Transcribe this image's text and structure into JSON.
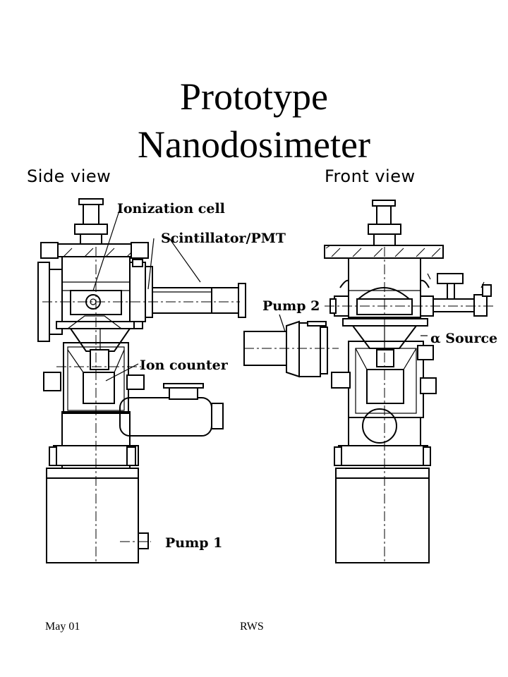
{
  "title_line1": "Prototype",
  "title_line2": "Nanodosimeter",
  "side_view": "Side view",
  "front_view": "Front view",
  "labels": {
    "ionization_cell": "Ionization cell",
    "scintillator": "Scintillator/PMT",
    "pump2": "Pump 2",
    "alpha_source": "α Source",
    "ion_counter": "Ion counter",
    "pump1": "Pump 1"
  },
  "footer": {
    "date": "May 01",
    "author": "RWS"
  }
}
